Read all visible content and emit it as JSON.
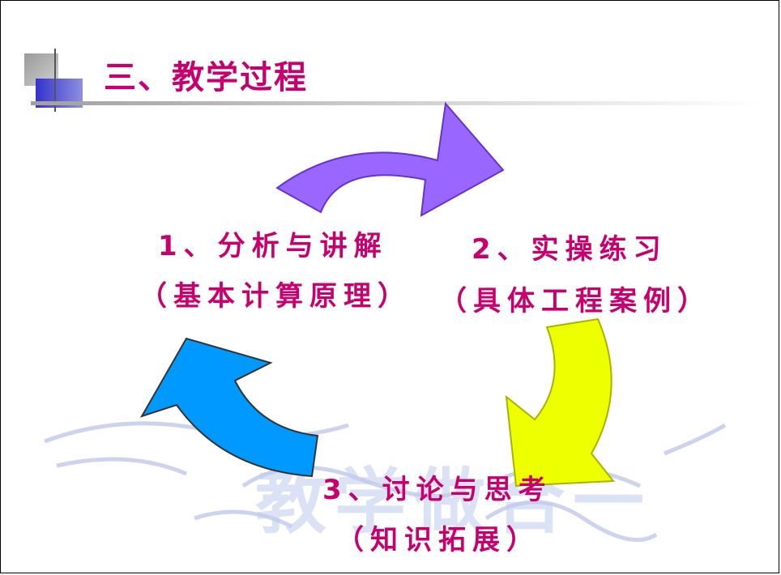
{
  "slide": {
    "title": "三、教学过程",
    "watermark": "教学做合一",
    "steps": [
      {
        "line1": "1、分析与讲解",
        "line2": "（基本计算原理）",
        "arrow_color": "#9966ff"
      },
      {
        "line1": "2、实操练习",
        "line2": "（具体工程案例）",
        "arrow_color": "#eeff00"
      },
      {
        "line1": "3、讨论与思考",
        "line2": "（知识拓展）",
        "arrow_color": "#0099ff"
      }
    ],
    "colors": {
      "title_text": "#c8006e",
      "label_text": "#c8006e"
    }
  }
}
